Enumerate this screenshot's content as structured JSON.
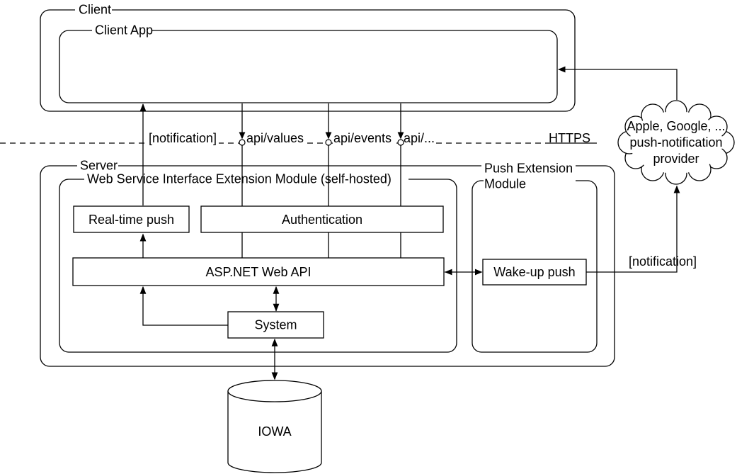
{
  "diagram": {
    "containers": {
      "client": "Client",
      "client_app": "Client App",
      "server": "Server",
      "web_service_module": "Web Service Interface Extension Module (self-hosted)",
      "push_extension_line1": "Push Extension",
      "push_extension_line2": "Module"
    },
    "components": {
      "realtime_push": "Real-time push",
      "authentication": "Authentication",
      "aspnet_web_api": "ASP.NET Web API",
      "system": "System",
      "wakeup_push": "Wake-up push"
    },
    "database": "IOWA",
    "cloud": {
      "line1": "Apple, Google, ...",
      "line2": "push-notification",
      "line3": "provider"
    },
    "boundary": {
      "notification": "[notification]",
      "api_values": "api/values",
      "api_events": "api/events",
      "api_more": "api/...",
      "protocol": "HTTPS"
    },
    "push_notification": "[notification]",
    "colors": {
      "line": "#000000",
      "background": "#ffffff",
      "text": "#000000"
    }
  }
}
